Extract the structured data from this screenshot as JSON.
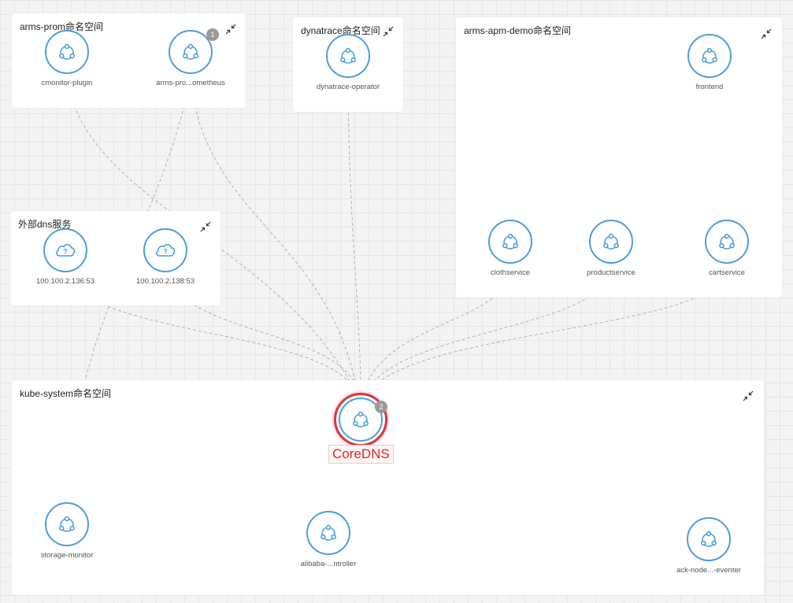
{
  "colors": {
    "node_border": "#4a9fd8",
    "edge": "#b0b0b0",
    "highlight": "#d63a3a",
    "badge": "#9a9a9a"
  },
  "groups": {
    "arms_prom": {
      "title": "arms-prom命名空间",
      "nodes": {
        "cmonitor_plugin": {
          "label": "cmonitor-plugin",
          "icon": "service-icon"
        },
        "arms_prometheus": {
          "label": "arms-pro...ometheus",
          "icon": "service-icon",
          "badge": "1"
        }
      }
    },
    "dynatrace": {
      "title": "dynatrace命名空间",
      "nodes": {
        "dynatrace_operator": {
          "label": "dynatrace-operator",
          "icon": "service-icon"
        }
      }
    },
    "arms_apm_demo": {
      "title": "arms-apm-demo命名空间",
      "nodes": {
        "frontend": {
          "label": "frontend",
          "icon": "service-icon"
        },
        "clothservice": {
          "label": "clothservice",
          "icon": "service-icon"
        },
        "productservice": {
          "label": "productservice",
          "icon": "service-icon"
        },
        "cartservice": {
          "label": "cartservice",
          "icon": "service-icon"
        }
      }
    },
    "external_dns": {
      "title": "外部dns服务",
      "nodes": {
        "dns1": {
          "label": "100.100.2.136:53",
          "icon": "cloud-question-icon"
        },
        "dns2": {
          "label": "100.100.2.138:53",
          "icon": "cloud-question-icon"
        }
      }
    },
    "kube_system": {
      "title": "kube-system命名空间",
      "nodes": {
        "coredns": {
          "label": "CoreDNS",
          "icon": "service-icon",
          "badge": "2",
          "highlighted": true
        },
        "storage_monitor": {
          "label": "storage-monitor",
          "icon": "service-icon"
        },
        "alibaba_controller": {
          "label": "alibaba-...ntroller",
          "icon": "service-icon"
        },
        "ack_eventer": {
          "label": "ack-node...-eventer",
          "icon": "service-icon"
        }
      }
    }
  }
}
